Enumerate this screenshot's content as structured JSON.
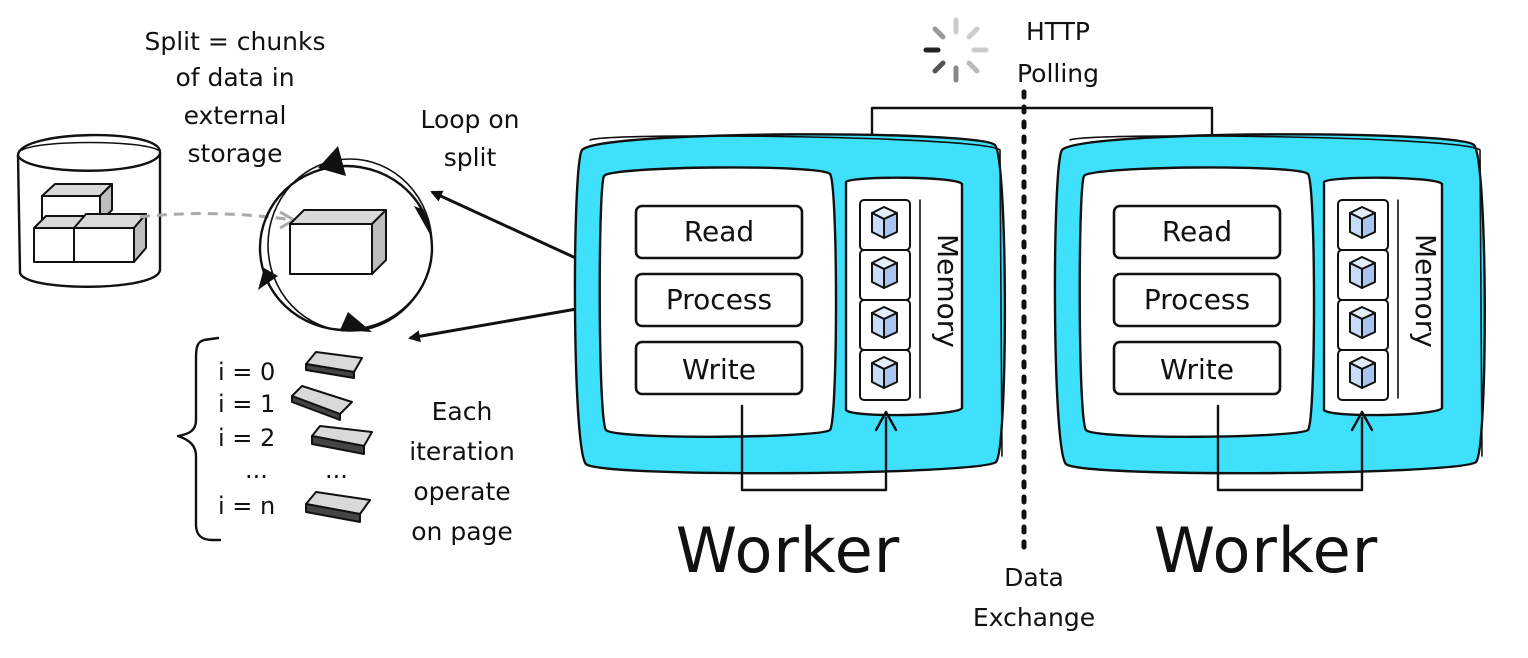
{
  "labels": {
    "split_note": [
      "Split = chunks",
      "of data in",
      "external",
      "storage"
    ],
    "loop_note": [
      "Loop on",
      "split"
    ],
    "polling": [
      "HTTP",
      "Polling"
    ],
    "data_exchange": [
      "Data",
      "Exchange"
    ],
    "iteration_note": [
      "Each",
      "iteration",
      "operate",
      "on page"
    ]
  },
  "iterations": [
    "i = 0",
    "i = 1",
    "i = 2",
    "...",
    "i = n"
  ],
  "workers": [
    {
      "title": "Worker",
      "steps": [
        "Read",
        "Process",
        "Write"
      ],
      "memory_label": "Memory"
    },
    {
      "title": "Worker",
      "steps": [
        "Read",
        "Process",
        "Write"
      ],
      "memory_label": "Memory"
    }
  ],
  "colors": {
    "worker_fill": "#3ee0fb",
    "cube_fill": "#c9dcf7",
    "page_fill": "#d9d9d9",
    "line": "#111111"
  }
}
